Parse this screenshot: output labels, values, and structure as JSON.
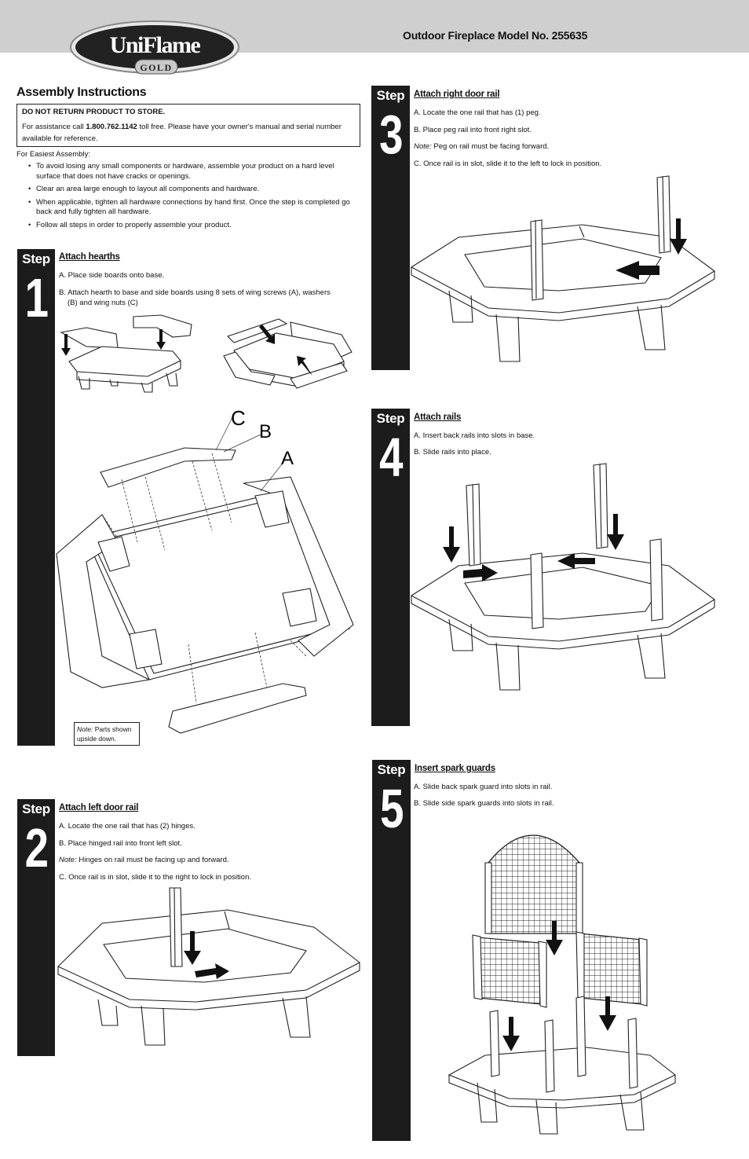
{
  "header": {
    "model_title": "Outdoor Fireplace Model No. 255635",
    "brand": "UniFlame",
    "brand_sub": "GOLD"
  },
  "intro": {
    "title": "Assembly Instructions",
    "notice_head": "DO NOT RETURN PRODUCT TO STORE.",
    "notice_pre": "For assistance call ",
    "notice_phone": "1.800.762.1142",
    "notice_post": " toll free. Please have your owner's manual and serial number available for reference.",
    "easy_head": "For Easiest Assembly:",
    "tips": [
      "To avoid losing any small components or hardware, assemble your product on a hard level surface that does not have cracks or openings.",
      "Clear an area large enough to layout all components and hardware.",
      "When applicable, tighten all hardware connections by hand first. Once the step is completed go back and fully tighten all hardware.",
      "Follow all steps in order to properly assemble your product."
    ]
  },
  "steps": {
    "word": "Step",
    "s1": {
      "num": "1",
      "title": "Attach hearths",
      "lines": [
        "A. Place side boards onto base.",
        "B. Attach hearth to base and side boards using 8 sets of wing screws (A), washers",
        "(B) and wing nuts (C)"
      ],
      "callouts": [
        "C",
        "B",
        "A"
      ],
      "note_label": "Note:",
      "note_text": " Parts shown upside down."
    },
    "s2": {
      "num": "2",
      "title": "Attach left door rail",
      "lines": [
        "A. Locate the one rail that has (2) hinges.",
        "B. Place hinged rail into front left slot.",
        "Hinges on rail must be facing up and forward.",
        "C. Once rail is in slot, slide it to the right to lock in position."
      ],
      "note_label": "Note:"
    },
    "s3": {
      "num": "3",
      "title": "Attach right door rail",
      "lines": [
        "A. Locate the one rail that has (1) peg.",
        "B. Place peg rail into front right slot.",
        "Peg on rail must be facing forward.",
        "C. Once rail is in slot, slide it to the left to lock in position."
      ],
      "note_label": "Note:"
    },
    "s4": {
      "num": "4",
      "title": "Attach rails",
      "lines": [
        "A. Insert back rails into slots in base.",
        "B. Slide rails into place."
      ]
    },
    "s5": {
      "num": "5",
      "title": "Insert spark guards",
      "lines": [
        "A. Slide back spark guard into slots in rail.",
        "B. Slide side spark guards into slots in rail."
      ]
    }
  },
  "colors": {
    "header_band": "#cfcfcf",
    "step_bar": "#1c1c1c",
    "logo_fill": "#222222"
  },
  "icons": [
    "down-arrow-icon",
    "right-arrow-icon",
    "left-arrow-icon"
  ]
}
